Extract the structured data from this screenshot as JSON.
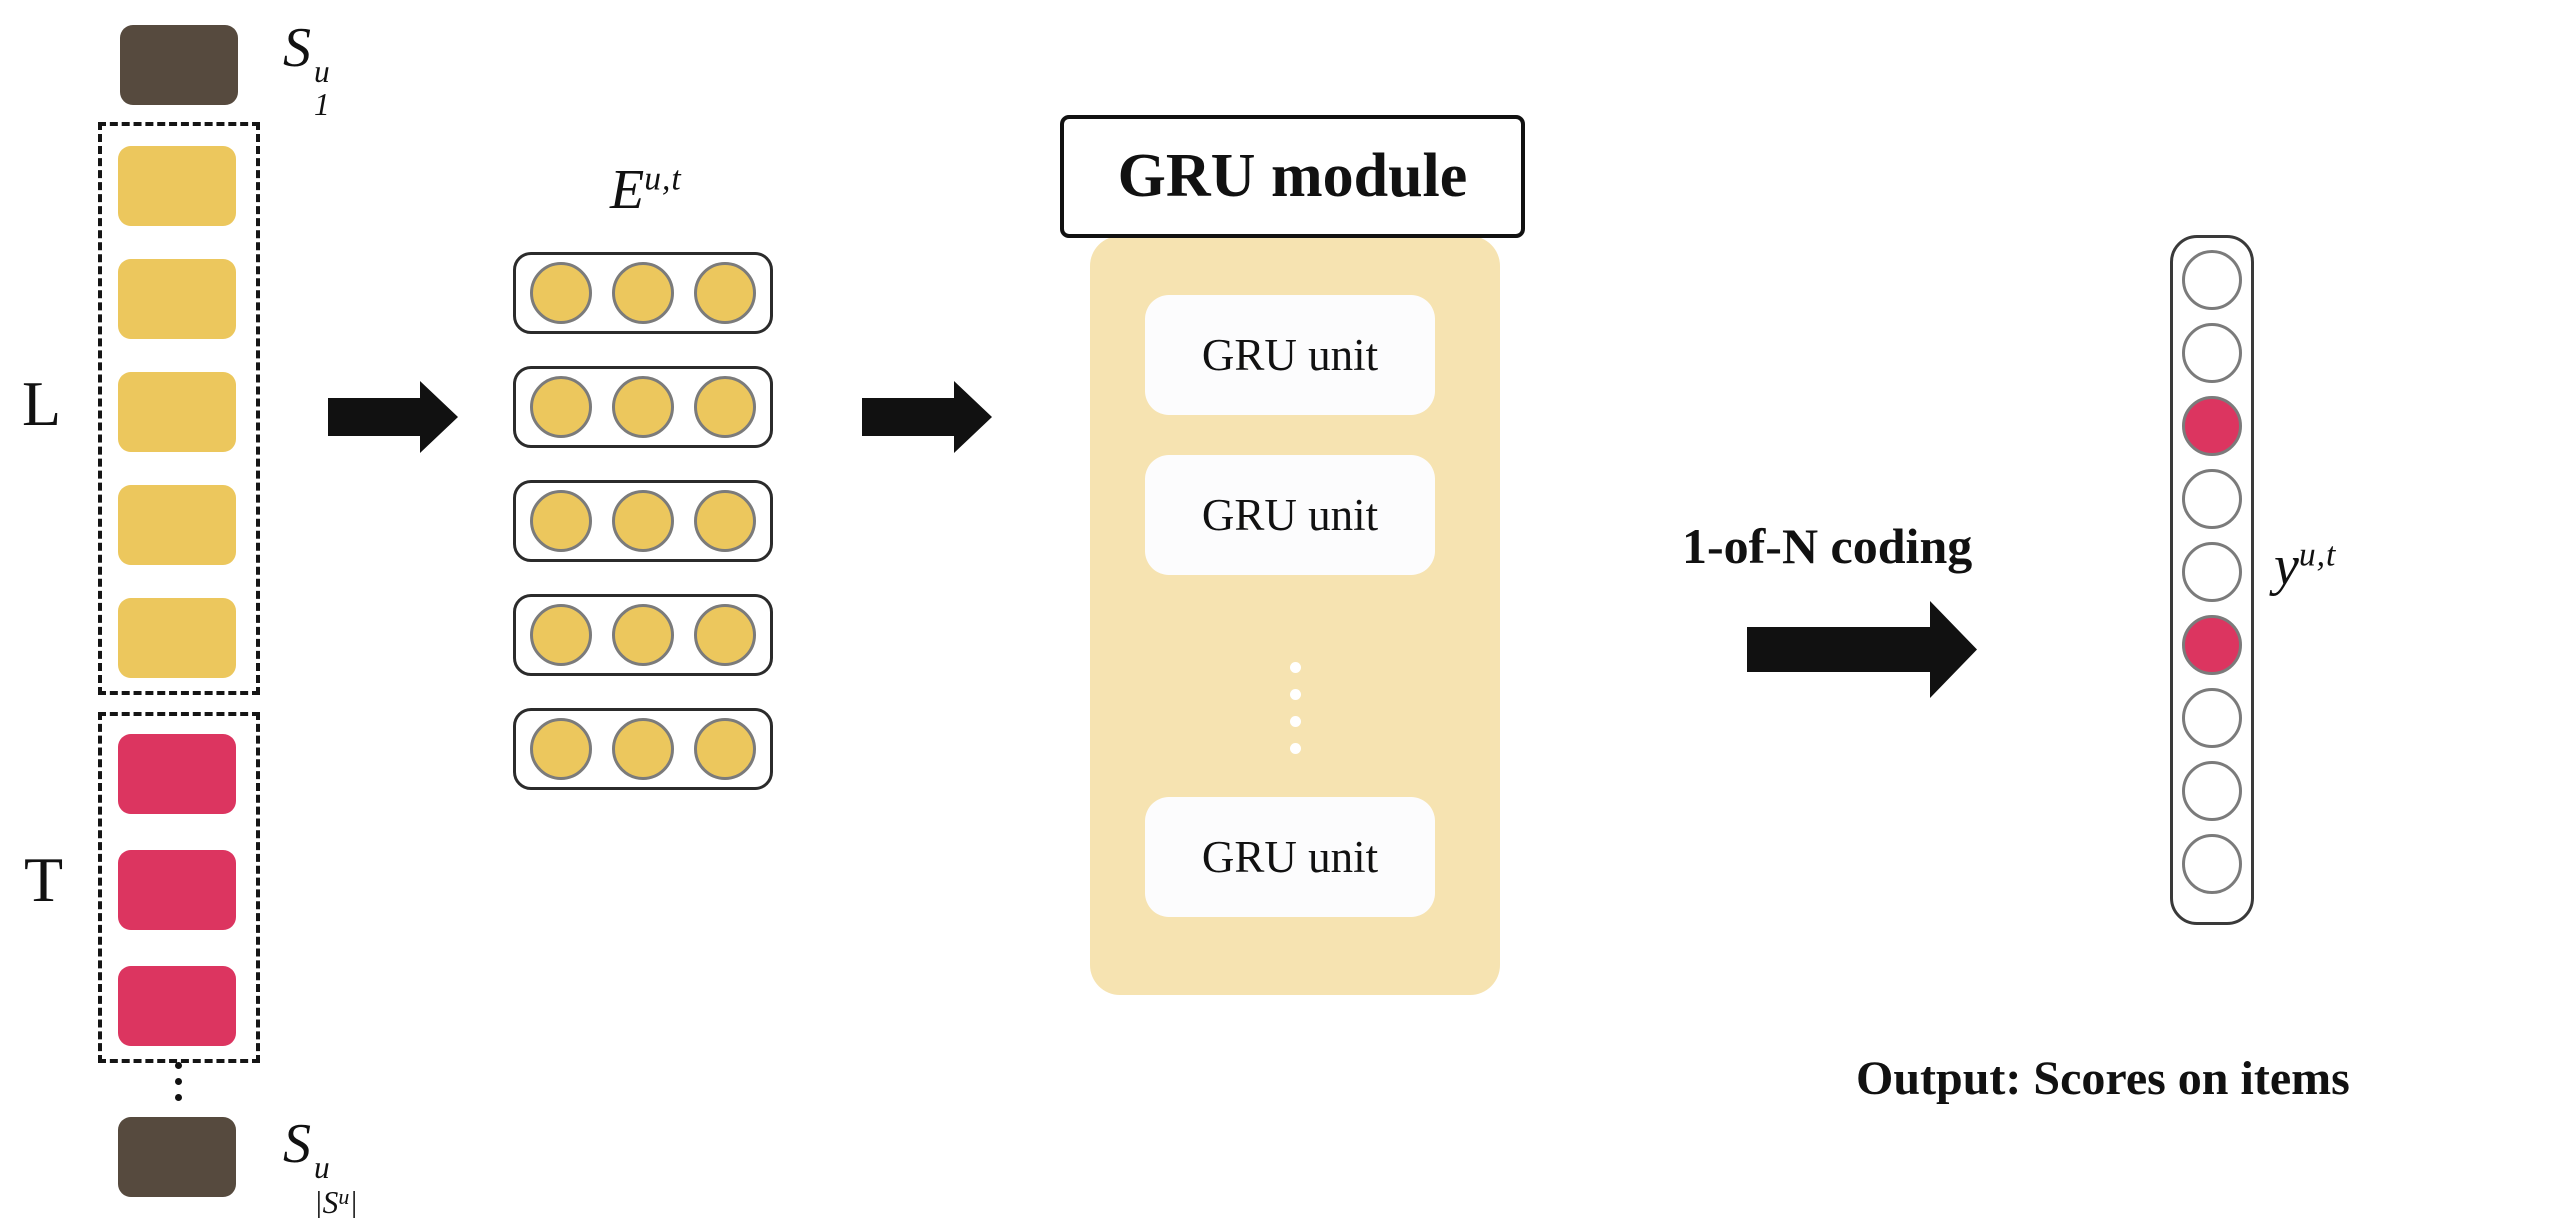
{
  "colors": {
    "item_brown": "#564A3E",
    "item_yellow": "#ECC75D",
    "item_pink": "#DC3560",
    "panel_beige": "#F6E3B1",
    "arrow_black": "#111111",
    "circle_border_gray": "#7B7B7B"
  },
  "input_sequence": {
    "first_item_label": {
      "base": "S",
      "sup": "u",
      "sub": "1"
    },
    "last_item_label": {
      "base": "S",
      "sup": "u",
      "sub_open": "|S",
      "sub_sup": "u",
      "sub_close": "|"
    },
    "long_term_label": "L",
    "target_label": "T",
    "long_term_count": 5,
    "target_count": 3
  },
  "embedding": {
    "label": {
      "base": "E",
      "sup": "u,t"
    },
    "row_count": 5,
    "circles_per_row": 3
  },
  "gru": {
    "title": "GRU module",
    "unit_label": "GRU unit",
    "visible_unit_count": 3
  },
  "output": {
    "coding_label": "1-of-N coding",
    "vector_label": {
      "base": "y",
      "sup": "u,t"
    },
    "cell_count": 9,
    "highlighted_cells": [
      3,
      6
    ],
    "caption": "Output: Scores on items"
  }
}
